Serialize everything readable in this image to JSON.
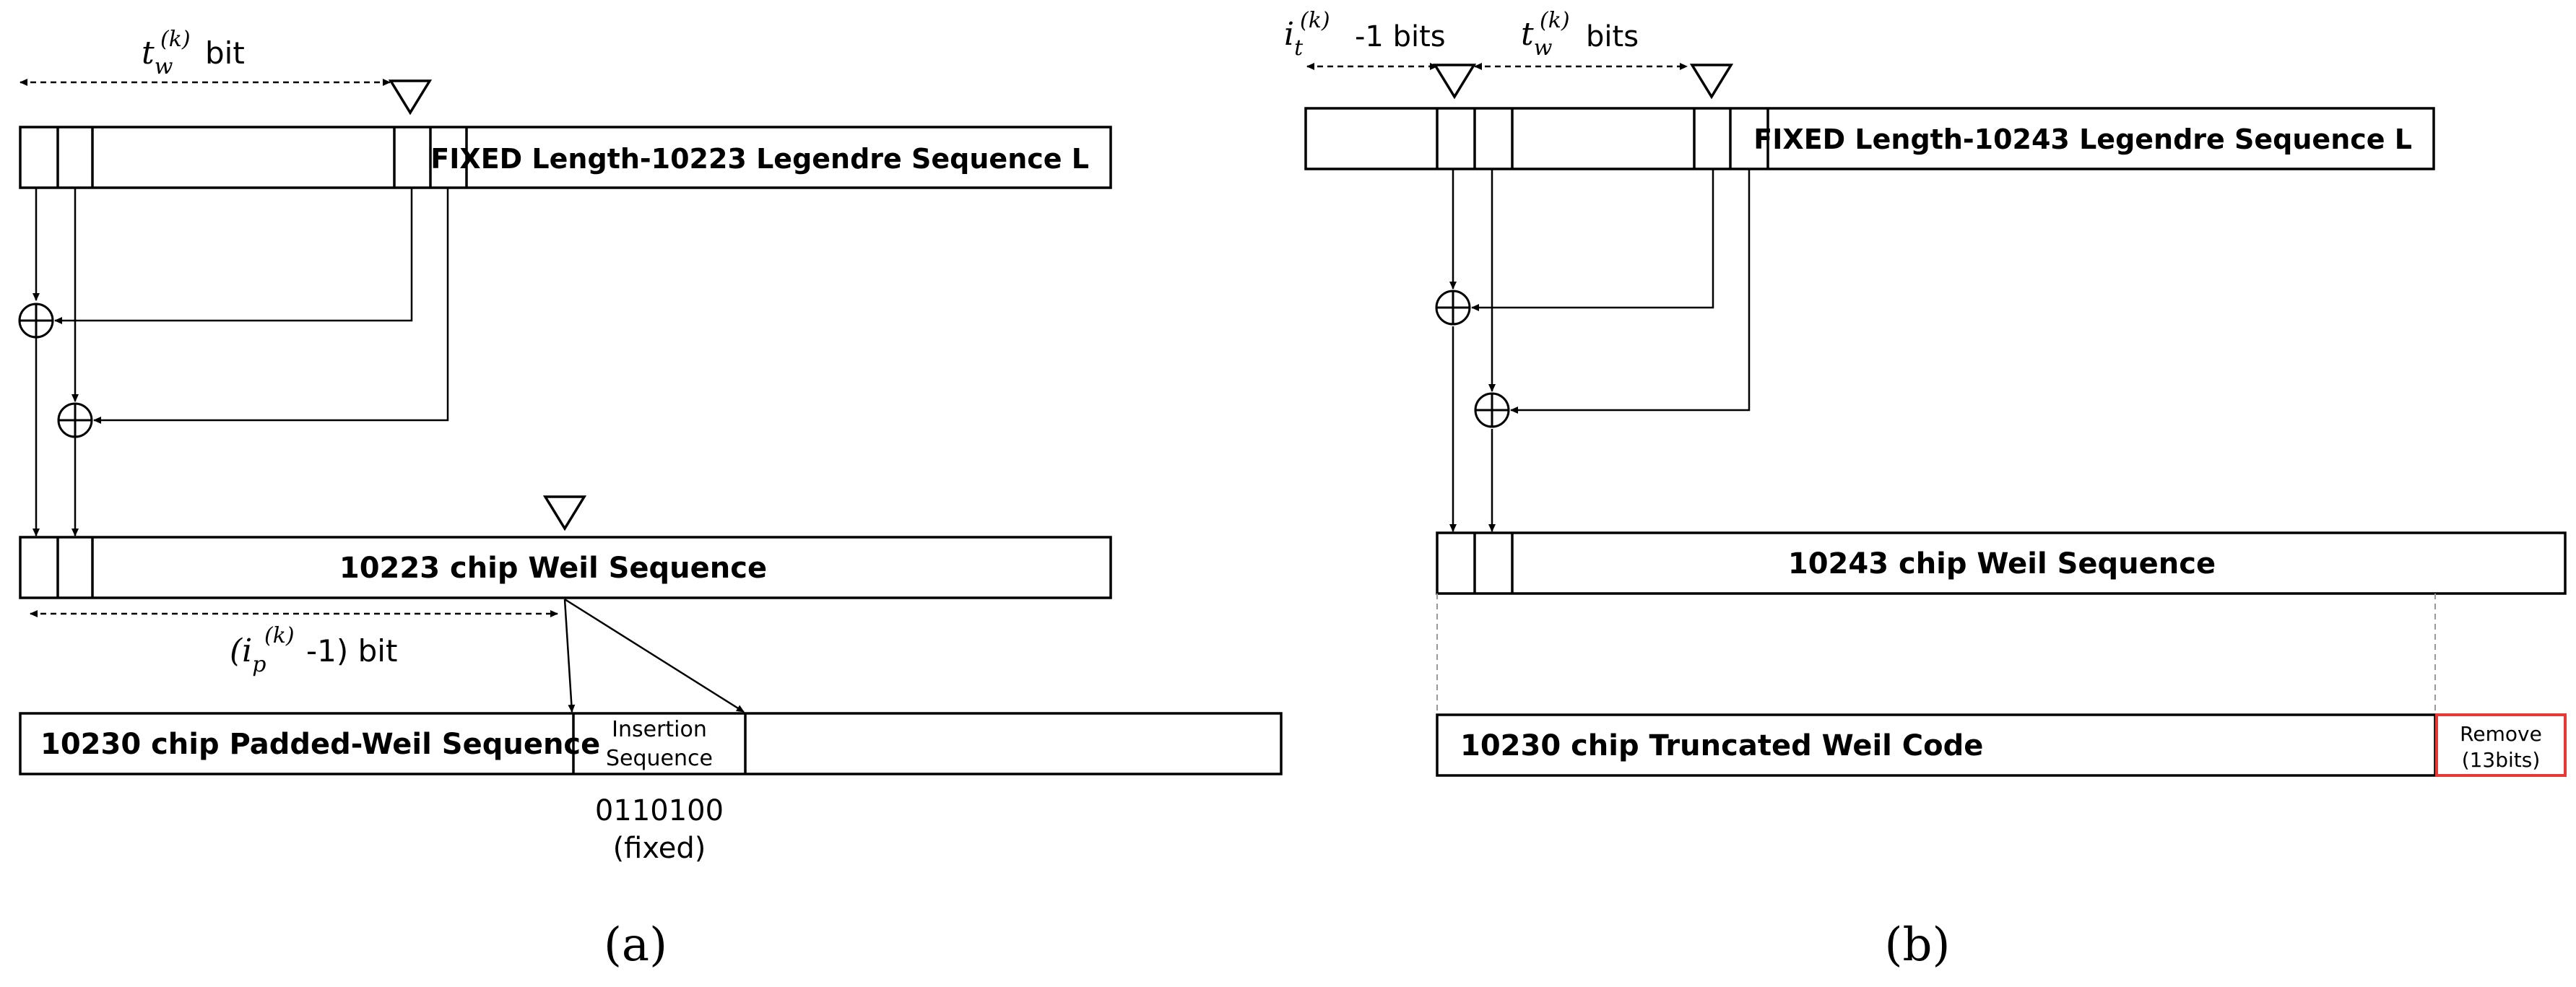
{
  "panel_a": {
    "caption": "(a)",
    "tw_prefix": "t",
    "tw_sub": "w",
    "tw_sup": "(k)",
    "tw_suffix": "bit",
    "legendre_label": "FIXED Length-10223 Legendre Sequence L",
    "weil_label": "10223 chip Weil Sequence",
    "ip_open": "(i",
    "ip_sub": "p",
    "ip_sup": "(k)",
    "ip_suffix": "-1) bit",
    "padded_label": "10230 chip Padded-Weil Sequence",
    "insertion_line1": "Insertion",
    "insertion_line2": "Sequence",
    "insertion_value": "0110100",
    "insertion_note": "(fixed)"
  },
  "panel_b": {
    "caption": "(b)",
    "it_prefix": "i",
    "it_sub": "t",
    "it_sup": "(k)",
    "it_suffix": "-1 bits",
    "tw_prefix": "t",
    "tw_sub": "w",
    "tw_sup": "(k)",
    "tw_suffix": "bits",
    "legendre_label": "FIXED Length-10243 Legendre Sequence L",
    "weil_label": "10243 chip Weil Sequence",
    "truncated_label": "10230 chip Truncated Weil Code",
    "remove_line1": "Remove",
    "remove_line2": "(13bits)"
  },
  "colors": {
    "line": "#000000",
    "guide": "#999999",
    "remove_border": "#e53935"
  },
  "icons": [
    "xor-icon",
    "pointer-triangle-icon",
    "arrow-icon"
  ]
}
